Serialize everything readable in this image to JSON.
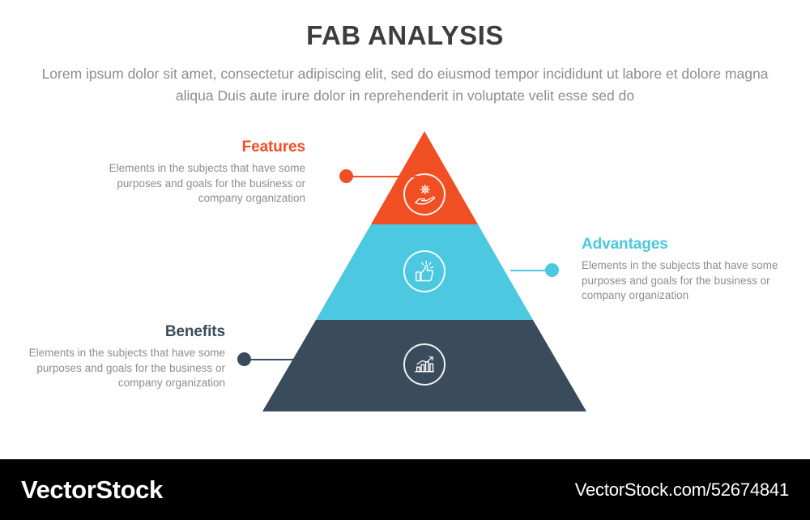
{
  "header": {
    "title": "FAB ANALYSIS",
    "subtitle": "Lorem ipsum dolor sit amet, consectetur adipiscing elit, sed do eiusmod tempor incididunt ut labore et dolore magna aliqua Duis aute irure dolor in reprehenderit in voluptate velit esse sed do"
  },
  "colors": {
    "features": "#f04e23",
    "advantages": "#4cc8e0",
    "benefits": "#3a4c5c",
    "title_text": "#3d3d3d",
    "body_text": "#8d8d8d",
    "background": "#ffffff",
    "footer_bar": "#000000"
  },
  "pyramid": {
    "type": "3-level-pyramid",
    "levels": [
      {
        "key": "features",
        "position": "top",
        "color": "#f04e23",
        "icon": "hand-holding-gear-icon",
        "label": "Features"
      },
      {
        "key": "advantages",
        "position": "middle",
        "color": "#4cc8e0",
        "icon": "thumbs-up-icon",
        "label": "Advantages"
      },
      {
        "key": "benefits",
        "position": "bottom",
        "color": "#3a4c5c",
        "icon": "growth-bar-chart-icon",
        "label": "Benefits"
      }
    ]
  },
  "blocks": {
    "features": {
      "title": "Features",
      "description": "Elements in the subjects that have some purposes and goals for the business or company organization"
    },
    "advantages": {
      "title": "Advantages",
      "description": "Elements in the subjects that have some purposes and goals for the business or company organization"
    },
    "benefits": {
      "title": "Benefits",
      "description": "Elements in the subjects that have some purposes and goals for the business or company organization"
    }
  },
  "footer": {
    "brand": "VectorStock",
    "url": "VectorStock.com/52674841"
  }
}
